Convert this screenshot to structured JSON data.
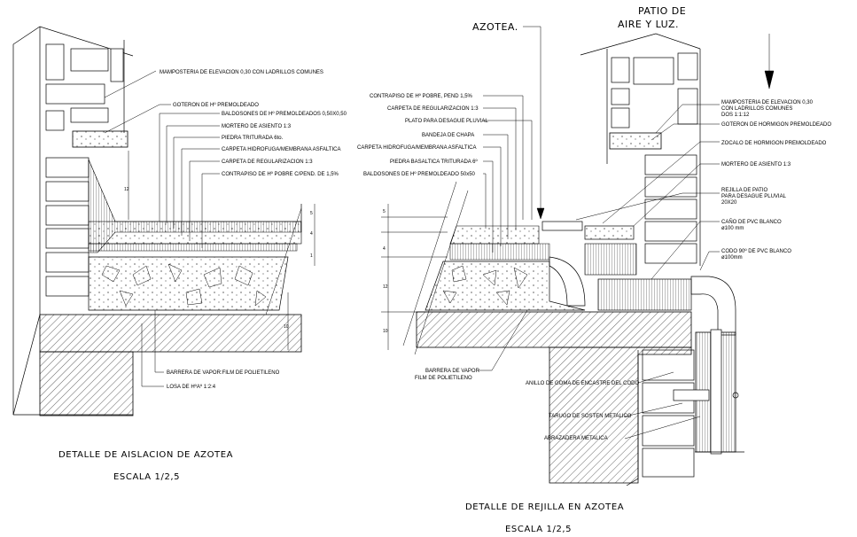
{
  "left_detail": {
    "title": "DETALLE DE AISLACION DE AZOTEA",
    "scale": "ESCALA    1/2,5",
    "labels": {
      "l1": "MAMPOSTERIA DE ELEVACION 0,30 CON LADRILLOS COMUNES",
      "l2": "GOTERON DE Hº PREMOLDEADO",
      "l3": "BALDOSONES DE Hº PREMOLDEADOS 0,50X0,50",
      "l4": "MORTERO DE ASIENTO 1:3",
      "l5": "PIEDRA TRITURADA 6to.",
      "l6": "CARPETA HIDROFUGA/MEMBRANA ASFALTICA",
      "l7": "CARPETA DE REGULARIZACION 1:3",
      "l8": "CONTRAPISO DE Hº POBRE C/PEND. DE 1,5%",
      "l9": "BARRERA DE VAPOR:FILM DE POLIETILENO",
      "l10": "LOSA DE HºAº 1:2:4"
    }
  },
  "right_detail": {
    "title": "DETALLE DE REJILLA EN AZOTEA",
    "scale": "ESCALA    1/2,5",
    "azotea": "AZOTEA.",
    "patio_line1": "PATIO DE",
    "patio_line2": "AIRE Y LUZ.",
    "labels": {
      "r1": "CONTRAPISO DE Hº POBRE, PEND 1,5%",
      "r2": "CARPETA DE REGULARIZACION 1:3",
      "r3": "PLATO PARA DESAGUE PLUVIAL",
      "r4": "BANDEJA DE CHAPA",
      "r5": "CARPETA HIDROFUGA/MEMBRANA ASFALTICA",
      "r6": "PIEDRA BASALTICA TRITURADA 6º",
      "r7": "BALDOSONES DE Hº PREMOLDEADO 50x50",
      "r8": "BARRERA DE VAPOR",
      "r8b": "FILM DE POLIETILENO",
      "r9a": "MAMPOSTERIA DE ELEVACION 0,30",
      "r9b": "CON LADRILLOS COMUNES",
      "r9c": "DOS 1:1:12",
      "r10": "GOTERON DE HORMIGON PREMOLDEADO",
      "r11": "ZOCALO DE HORMIGON PREMOLDEADO",
      "r12": "MORTERO DE ASIENTO 1:3",
      "r13a": "REJILLA DE PATIO",
      "r13b": "PARA DESAGUE PLUVIAL",
      "r13c": "20X20",
      "r14a": "CAÑO DE PVC BLANCO",
      "r14b": "ø100 mm",
      "r15a": "CODO 90º DE PVC BLANCO",
      "r15b": "ø100mm",
      "r16": "ANILLO DE GOMA DE ENCASTRE DEL CODO",
      "r17": "TARUGO DE SOSTEN METALICO",
      "r18": "ABRAZADERA METALICA"
    }
  }
}
